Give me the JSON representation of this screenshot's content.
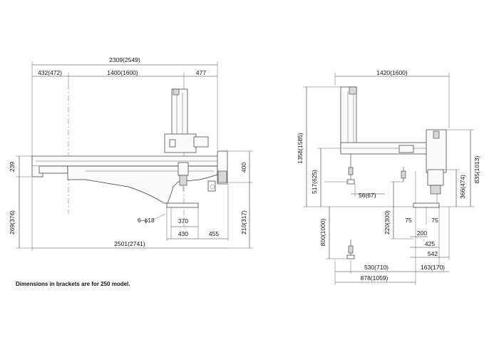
{
  "front_view": {
    "dims": {
      "total_width": "2309(2549)",
      "left_offset": "432(472)",
      "stroke": "1400(1600)",
      "right_offset": "477",
      "base_width": "2501(2741)",
      "beam_height": "239",
      "lower_height": "269(376)",
      "right_height": "400",
      "bottom_height": "210(317)",
      "bolt": "6–ϕ18",
      "foot_inner": "370",
      "foot_outer": "430",
      "foot_right": "455"
    }
  },
  "side_view": {
    "dims": {
      "top_width": "1420(1600)",
      "total_height": "1358(1585)",
      "upper_height": "517(625)",
      "arm_offset": "56(67)",
      "vertical_stroke": "800(1000)",
      "mid_height": "220(300)",
      "right_height": "835(1013)",
      "right_mid": "366(474)",
      "bar_left": "75",
      "bar_right": "75",
      "base_200": "200",
      "base_425": "425",
      "base_542": "542",
      "reach": "530(710)",
      "right_reach": "163(170)",
      "total_reach": "878(1059)"
    }
  },
  "note": "Dimensions in brackets are for 250 model."
}
